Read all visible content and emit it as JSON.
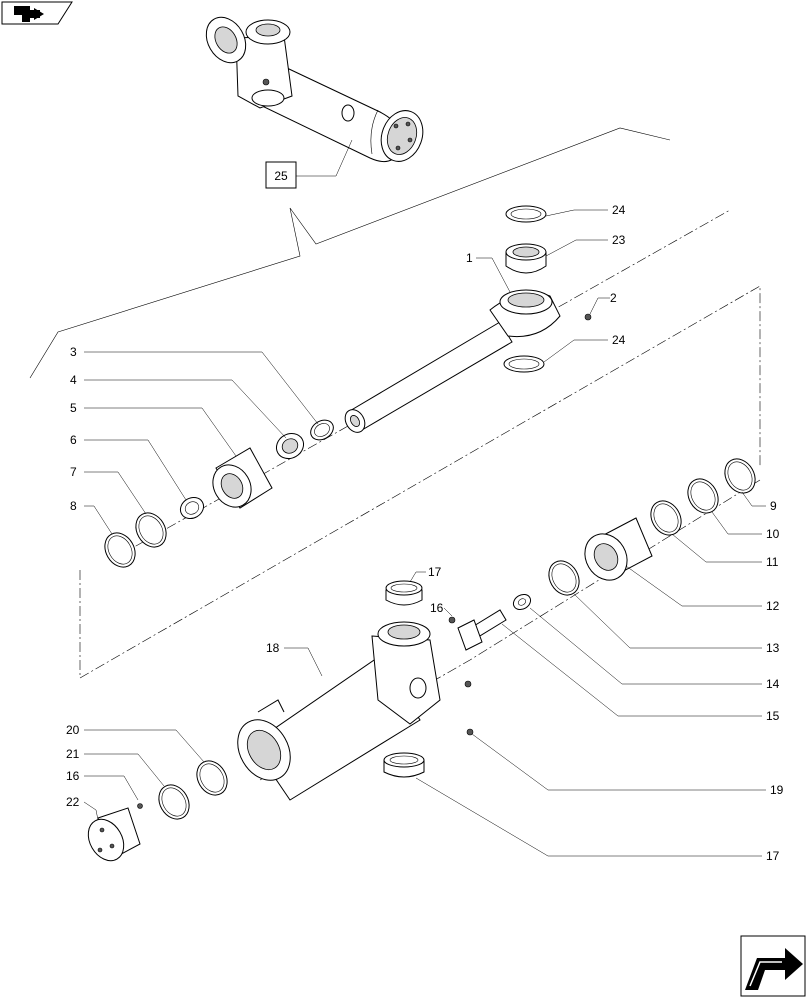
{
  "nav": {
    "prev_icon": "back-arrow-icon",
    "next_icon": "forward-arrow-icon"
  },
  "callouts": {
    "c1": "1",
    "c2": "2",
    "c3": "3",
    "c4": "4",
    "c5": "5",
    "c6": "6",
    "c7": "7",
    "c8": "8",
    "c9": "9",
    "c10": "10",
    "c11": "11",
    "c12": "12",
    "c13": "13",
    "c14": "14",
    "c15": "15",
    "c16a": "16",
    "c16b": "16",
    "c17a": "17",
    "c17b": "17",
    "c18": "18",
    "c19": "19",
    "c20": "20",
    "c21": "21",
    "c22": "22",
    "c23": "23",
    "c24a": "24",
    "c24b": "24",
    "c25": "25"
  }
}
